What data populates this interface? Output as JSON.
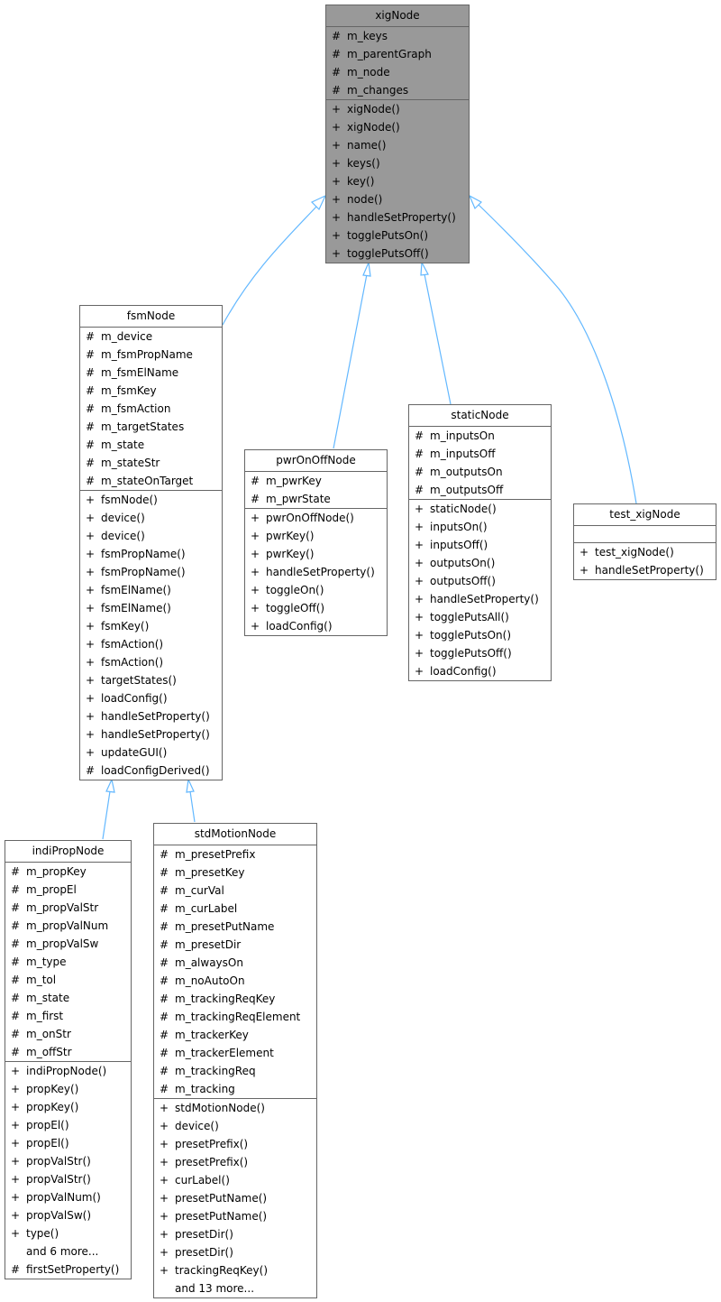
{
  "diagram": {
    "type": "class-inheritance",
    "edge_color": "#63b8ff",
    "focus_fill": "#999999",
    "border_color": "#666666"
  },
  "classes": {
    "xigNode": {
      "name": "xigNode",
      "attributes": [
        {
          "vis": "#",
          "name": "m_keys"
        },
        {
          "vis": "#",
          "name": "m_parentGraph"
        },
        {
          "vis": "#",
          "name": "m_node"
        },
        {
          "vis": "#",
          "name": "m_changes"
        }
      ],
      "methods": [
        {
          "vis": "+",
          "name": "xigNode()"
        },
        {
          "vis": "+",
          "name": "xigNode()"
        },
        {
          "vis": "+",
          "name": "name()"
        },
        {
          "vis": "+",
          "name": "keys()"
        },
        {
          "vis": "+",
          "name": "key()"
        },
        {
          "vis": "+",
          "name": "node()"
        },
        {
          "vis": "+",
          "name": "handleSetProperty()"
        },
        {
          "vis": "+",
          "name": "togglePutsOn()"
        },
        {
          "vis": "+",
          "name": "togglePutsOff()"
        }
      ]
    },
    "fsmNode": {
      "name": "fsmNode",
      "attributes": [
        {
          "vis": "#",
          "name": "m_device"
        },
        {
          "vis": "#",
          "name": "m_fsmPropName"
        },
        {
          "vis": "#",
          "name": "m_fsmElName"
        },
        {
          "vis": "#",
          "name": "m_fsmKey"
        },
        {
          "vis": "#",
          "name": "m_fsmAction"
        },
        {
          "vis": "#",
          "name": "m_targetStates"
        },
        {
          "vis": "#",
          "name": "m_state"
        },
        {
          "vis": "#",
          "name": "m_stateStr"
        },
        {
          "vis": "#",
          "name": "m_stateOnTarget"
        }
      ],
      "methods": [
        {
          "vis": "+",
          "name": "fsmNode()"
        },
        {
          "vis": "+",
          "name": "device()"
        },
        {
          "vis": "+",
          "name": "device()"
        },
        {
          "vis": "+",
          "name": "fsmPropName()"
        },
        {
          "vis": "+",
          "name": "fsmPropName()"
        },
        {
          "vis": "+",
          "name": "fsmElName()"
        },
        {
          "vis": "+",
          "name": "fsmElName()"
        },
        {
          "vis": "+",
          "name": "fsmKey()"
        },
        {
          "vis": "+",
          "name": "fsmAction()"
        },
        {
          "vis": "+",
          "name": "fsmAction()"
        },
        {
          "vis": "+",
          "name": "targetStates()"
        },
        {
          "vis": "+",
          "name": "loadConfig()"
        },
        {
          "vis": "+",
          "name": "handleSetProperty()"
        },
        {
          "vis": "+",
          "name": "handleSetProperty()"
        },
        {
          "vis": "+",
          "name": "updateGUI()"
        },
        {
          "vis": "#",
          "name": "loadConfigDerived()"
        }
      ]
    },
    "pwrOnOffNode": {
      "name": "pwrOnOffNode",
      "attributes": [
        {
          "vis": "#",
          "name": "m_pwrKey"
        },
        {
          "vis": "#",
          "name": "m_pwrState"
        }
      ],
      "methods": [
        {
          "vis": "+",
          "name": "pwrOnOffNode()"
        },
        {
          "vis": "+",
          "name": "pwrKey()"
        },
        {
          "vis": "+",
          "name": "pwrKey()"
        },
        {
          "vis": "+",
          "name": "handleSetProperty()"
        },
        {
          "vis": "+",
          "name": "toggleOn()"
        },
        {
          "vis": "+",
          "name": "toggleOff()"
        },
        {
          "vis": "+",
          "name": "loadConfig()"
        }
      ]
    },
    "staticNode": {
      "name": "staticNode",
      "attributes": [
        {
          "vis": "#",
          "name": "m_inputsOn"
        },
        {
          "vis": "#",
          "name": "m_inputsOff"
        },
        {
          "vis": "#",
          "name": "m_outputsOn"
        },
        {
          "vis": "#",
          "name": "m_outputsOff"
        }
      ],
      "methods": [
        {
          "vis": "+",
          "name": "staticNode()"
        },
        {
          "vis": "+",
          "name": "inputsOn()"
        },
        {
          "vis": "+",
          "name": "inputsOff()"
        },
        {
          "vis": "+",
          "name": "outputsOn()"
        },
        {
          "vis": "+",
          "name": "outputsOff()"
        },
        {
          "vis": "+",
          "name": "handleSetProperty()"
        },
        {
          "vis": "+",
          "name": "togglePutsAll()"
        },
        {
          "vis": "+",
          "name": "togglePutsOn()"
        },
        {
          "vis": "+",
          "name": "togglePutsOff()"
        },
        {
          "vis": "+",
          "name": "loadConfig()"
        }
      ]
    },
    "test_xigNode": {
      "name": "test_xigNode",
      "attributes": [],
      "methods": [
        {
          "vis": "+",
          "name": "test_xigNode()"
        },
        {
          "vis": "+",
          "name": "handleSetProperty()"
        }
      ]
    },
    "indiPropNode": {
      "name": "indiPropNode",
      "attributes": [
        {
          "vis": "#",
          "name": "m_propKey"
        },
        {
          "vis": "#",
          "name": "m_propEl"
        },
        {
          "vis": "#",
          "name": "m_propValStr"
        },
        {
          "vis": "#",
          "name": "m_propValNum"
        },
        {
          "vis": "#",
          "name": "m_propValSw"
        },
        {
          "vis": "#",
          "name": "m_type"
        },
        {
          "vis": "#",
          "name": "m_tol"
        },
        {
          "vis": "#",
          "name": "m_state"
        },
        {
          "vis": "#",
          "name": "m_first"
        },
        {
          "vis": "#",
          "name": "m_onStr"
        },
        {
          "vis": "#",
          "name": "m_offStr"
        }
      ],
      "methods": [
        {
          "vis": "+",
          "name": "indiPropNode()"
        },
        {
          "vis": "+",
          "name": "propKey()"
        },
        {
          "vis": "+",
          "name": "propKey()"
        },
        {
          "vis": "+",
          "name": "propEl()"
        },
        {
          "vis": "+",
          "name": "propEl()"
        },
        {
          "vis": "+",
          "name": "propValStr()"
        },
        {
          "vis": "+",
          "name": "propValStr()"
        },
        {
          "vis": "+",
          "name": "propValNum()"
        },
        {
          "vis": "+",
          "name": "propValSw()"
        },
        {
          "vis": "+",
          "name": "type()"
        },
        {
          "vis": "",
          "name": "and 6 more..."
        },
        {
          "vis": "#",
          "name": "firstSetProperty()"
        }
      ]
    },
    "stdMotionNode": {
      "name": "stdMotionNode",
      "attributes": [
        {
          "vis": "#",
          "name": "m_presetPrefix"
        },
        {
          "vis": "#",
          "name": "m_presetKey"
        },
        {
          "vis": "#",
          "name": "m_curVal"
        },
        {
          "vis": "#",
          "name": "m_curLabel"
        },
        {
          "vis": "#",
          "name": "m_presetPutName"
        },
        {
          "vis": "#",
          "name": "m_presetDir"
        },
        {
          "vis": "#",
          "name": "m_alwaysOn"
        },
        {
          "vis": "#",
          "name": "m_noAutoOn"
        },
        {
          "vis": "#",
          "name": "m_trackingReqKey"
        },
        {
          "vis": "#",
          "name": "m_trackingReqElement"
        },
        {
          "vis": "#",
          "name": "m_trackerKey"
        },
        {
          "vis": "#",
          "name": "m_trackerElement"
        },
        {
          "vis": "#",
          "name": "m_trackingReq"
        },
        {
          "vis": "#",
          "name": "m_tracking"
        }
      ],
      "methods": [
        {
          "vis": "+",
          "name": "stdMotionNode()"
        },
        {
          "vis": "+",
          "name": "device()"
        },
        {
          "vis": "+",
          "name": "presetPrefix()"
        },
        {
          "vis": "+",
          "name": "presetPrefix()"
        },
        {
          "vis": "+",
          "name": "curLabel()"
        },
        {
          "vis": "+",
          "name": "presetPutName()"
        },
        {
          "vis": "+",
          "name": "presetPutName()"
        },
        {
          "vis": "+",
          "name": "presetDir()"
        },
        {
          "vis": "+",
          "name": "presetDir()"
        },
        {
          "vis": "+",
          "name": "trackingReqKey()"
        },
        {
          "vis": "",
          "name": "and 13 more..."
        }
      ]
    }
  },
  "edges": [
    {
      "from": "fsmNode",
      "to": "xigNode"
    },
    {
      "from": "pwrOnOffNode",
      "to": "xigNode"
    },
    {
      "from": "staticNode",
      "to": "xigNode"
    },
    {
      "from": "test_xigNode",
      "to": "xigNode"
    },
    {
      "from": "indiPropNode",
      "to": "fsmNode"
    },
    {
      "from": "stdMotionNode",
      "to": "fsmNode"
    }
  ]
}
